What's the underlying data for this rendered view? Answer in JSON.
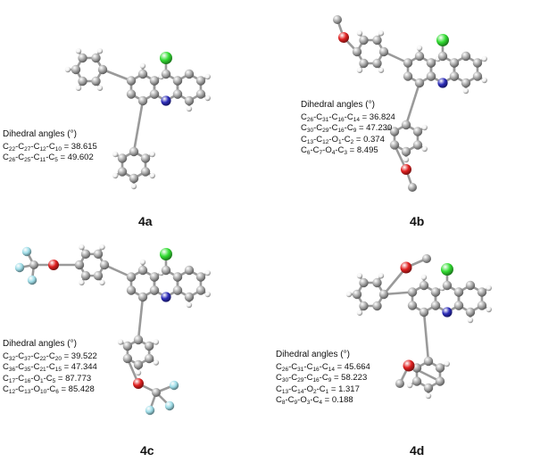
{
  "panels": [
    {
      "id": "4a",
      "label": "4a",
      "heading": "Dihedral angles (°)",
      "angles": [
        [
          [
            "C",
            "22"
          ],
          [
            "C",
            "27"
          ],
          [
            "C",
            "12"
          ],
          [
            "C",
            "10"
          ],
          " = 38.615"
        ],
        [
          [
            "C",
            "26"
          ],
          [
            "C",
            "25"
          ],
          [
            "C",
            "11"
          ],
          [
            "C",
            "5"
          ],
          " = 49.602"
        ]
      ]
    },
    {
      "id": "4b",
      "label": "4b",
      "heading": "Dihedral angles (°)",
      "angles": [
        [
          [
            "C",
            "26"
          ],
          [
            "C",
            "31"
          ],
          [
            "C",
            "16"
          ],
          [
            "C",
            "14"
          ],
          " = 36.824"
        ],
        [
          [
            "C",
            "30"
          ],
          [
            "C",
            "29"
          ],
          [
            "C",
            "16"
          ],
          [
            "C",
            "9"
          ],
          " = 47.230"
        ],
        [
          [
            "C",
            "13"
          ],
          [
            "C",
            "12"
          ],
          [
            "O",
            "1"
          ],
          [
            "C",
            "2"
          ],
          " = 0.374"
        ],
        [
          [
            "C",
            "6"
          ],
          [
            "C",
            "7"
          ],
          [
            "O",
            "4"
          ],
          [
            "C",
            "3"
          ],
          " = 8.495"
        ]
      ]
    },
    {
      "id": "4c",
      "label": "4c",
      "heading": "Dihedral angles (°)",
      "angles": [
        [
          [
            "C",
            "32"
          ],
          [
            "C",
            "37"
          ],
          [
            "C",
            "22"
          ],
          [
            "C",
            "20"
          ],
          " = 39.522"
        ],
        [
          [
            "C",
            "36"
          ],
          [
            "C",
            "35"
          ],
          [
            "C",
            "21"
          ],
          [
            "C",
            "15"
          ],
          " = 47.344"
        ],
        [
          [
            "C",
            "17"
          ],
          [
            "C",
            "16"
          ],
          [
            "O",
            "1"
          ],
          [
            "C",
            "5"
          ],
          " = 87.773"
        ],
        [
          [
            "C",
            "12"
          ],
          [
            "C",
            "13"
          ],
          [
            "O",
            "10"
          ],
          [
            "C",
            "6"
          ],
          " = 85.428"
        ]
      ]
    },
    {
      "id": "4d",
      "label": "4d",
      "heading": "Dihedral angles (°)",
      "angles": [
        [
          [
            "C",
            "26"
          ],
          [
            "C",
            "31"
          ],
          [
            "C",
            "16"
          ],
          [
            "C",
            "14"
          ],
          " = 45.664"
        ],
        [
          [
            "C",
            "30"
          ],
          [
            "C",
            "29"
          ],
          [
            "C",
            "16"
          ],
          [
            "C",
            "9"
          ],
          " = 58.223"
        ],
        [
          [
            "C",
            "13"
          ],
          [
            "C",
            "14"
          ],
          [
            "O",
            "2"
          ],
          [
            "C",
            "1"
          ],
          " = 1.317"
        ],
        [
          [
            "C",
            "8"
          ],
          [
            "C",
            "9"
          ],
          [
            "O",
            "3"
          ],
          [
            "C",
            "4"
          ],
          " = 0.188"
        ]
      ]
    }
  ],
  "colors": {
    "carbon": "#a8a8a8",
    "hydrogen": "#f2f2f2",
    "nitrogen": "#2b2bb8",
    "oxygen": "#e02020",
    "chlorine": "#33dd33",
    "fluorine": "#9fdde8",
    "bond": "#9a9a9a"
  }
}
